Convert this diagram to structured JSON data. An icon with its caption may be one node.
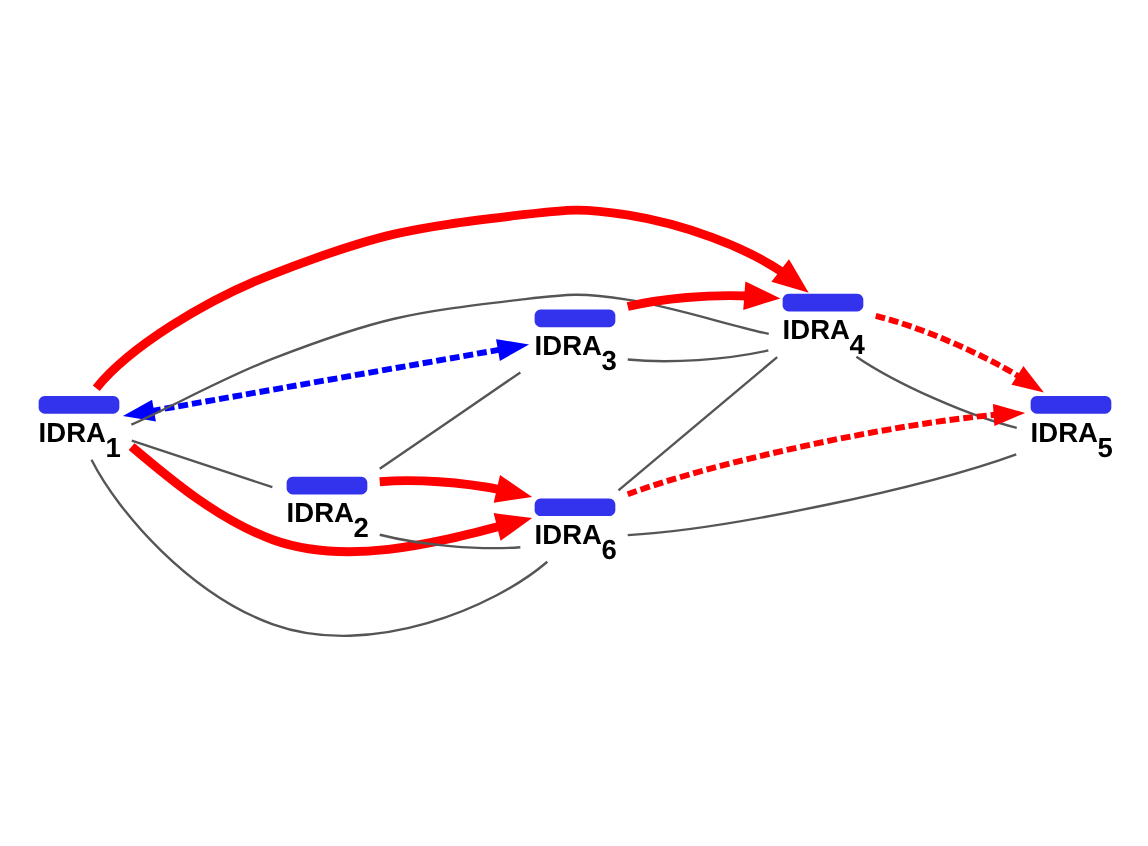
{
  "diagram": {
    "nodes": [
      {
        "text": [
          "IDRA$_{1}$"
        ]
      },
      {
        "text": [
          "IDRA$_{2}$"
        ]
      },
      {
        "text": [
          "IDRA$_{3}$"
        ]
      },
      {
        "text": [
          "IDRA$_{4}$"
        ]
      },
      {
        "text": [
          "IDRA$_{5}$"
        ]
      },
      {
        "text": [
          "IDRA$_{6}$"
        ]
      }
    ],
    "edges": [
      {
        "from": 0,
        "to": 1,
        "arrow": "none"
      },
      {
        "from": 1,
        "to": 2,
        "arrow": "none"
      },
      {
        "from": 2,
        "to": 3,
        "arrow": "none"
      },
      {
        "from": 3,
        "to": 4,
        "arrow": "none"
      },
      {
        "from": 0,
        "to": 3,
        "arrow": "none"
      },
      {
        "from": 0,
        "to": 5,
        "arrow": "none"
      },
      {
        "from": 1,
        "to": 5,
        "arrow": "none"
      },
      {
        "from": 5,
        "to": 3,
        "arrow": "none"
      },
      {
        "from": 5,
        "to": 4,
        "arrow": "none"
      },
      {
        "from": 0,
        "to": 2,
        "arrow": "both",
        "style": "dashed",
        "color": "#0000ff"
      },
      {
        "from": 1,
        "to": 5,
        "arrow": "to",
        "style": "thick",
        "color": "#ff0000"
      },
      {
        "from": 2,
        "to": 3,
        "arrow": "to",
        "style": "thick",
        "color": "#ff0000"
      },
      {
        "from": 0,
        "to": 3,
        "arrow": "to",
        "style": "thick",
        "color": "#ff0000"
      },
      {
        "from": 0,
        "to": 5,
        "arrow": "to",
        "style": "thick",
        "color": "#ff0000"
      },
      {
        "from": 5,
        "to": 4,
        "arrow": "to",
        "style": "dashed",
        "color": "#ff0000"
      },
      {
        "from": 3,
        "to": 4,
        "arrow": "to",
        "style": "dashed",
        "color": "#ff0000"
      }
    ]
  }
}
